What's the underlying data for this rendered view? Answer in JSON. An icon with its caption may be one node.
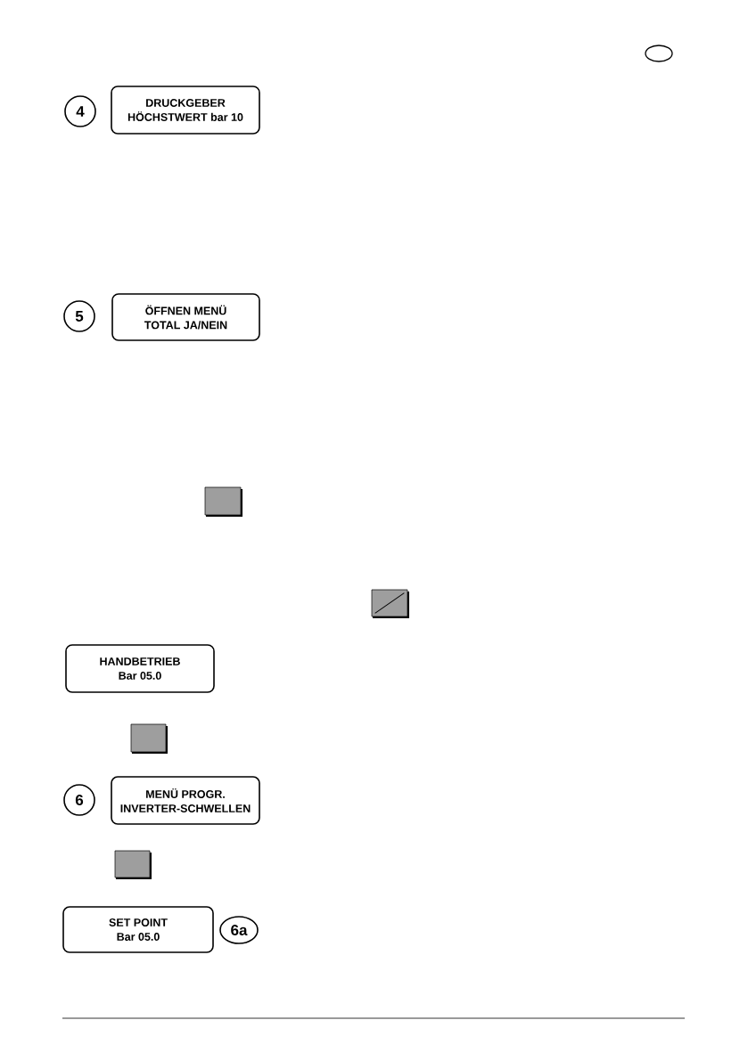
{
  "diagram": {
    "nodes": [
      {
        "text": [
          "4"
        ]
      },
      {
        "text": [
          "DRUCKGEBER",
          "HÖCHSTWERT bar 10"
        ]
      },
      {
        "text": [
          "5"
        ]
      },
      {
        "text": [
          "ÖFFNEN MENÜ",
          "TOTAL JA/NEIN"
        ]
      },
      {
        "text": [],
        "shape": "box"
      },
      {
        "text": [],
        "shape": "box"
      },
      {
        "text": [
          "HANDBETRIEB",
          "Bar 05.0"
        ]
      },
      {
        "text": [],
        "shape": "box"
      },
      {
        "text": [
          "6"
        ]
      },
      {
        "text": [
          "MENÜ PROGR.",
          "INVERTER-SCHWELLEN"
        ]
      },
      {
        "text": [],
        "shape": "box"
      },
      {
        "text": [
          "SET POINT",
          "Bar 05.0"
        ]
      },
      {
        "text": [
          "6a"
        ]
      }
    ]
  }
}
